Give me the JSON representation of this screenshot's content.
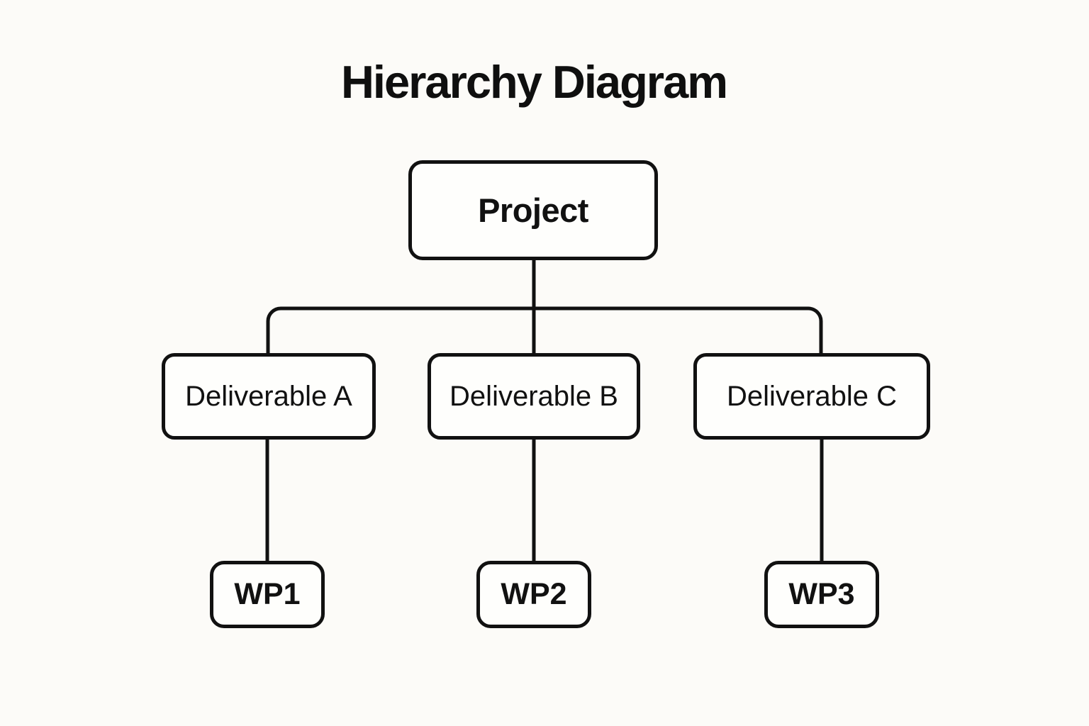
{
  "page": {
    "title": "Hierarchy Diagram"
  },
  "diagram": {
    "type": "hierarchy-tree",
    "root": {
      "id": "project",
      "label": "Project"
    },
    "level2": [
      {
        "id": "deliverable-a",
        "label": "Deliverable A",
        "parent": "project"
      },
      {
        "id": "deliverable-b",
        "label": "Deliverable B",
        "parent": "project"
      },
      {
        "id": "deliverable-c",
        "label": "Deliverable C",
        "parent": "project"
      }
    ],
    "level3": [
      {
        "id": "wp1",
        "label": "WP1",
        "parent": "deliverable-a"
      },
      {
        "id": "wp2",
        "label": "WP2",
        "parent": "deliverable-b"
      },
      {
        "id": "wp3",
        "label": "WP3",
        "parent": "deliverable-c"
      }
    ],
    "colors": {
      "background": "#FCFBF8",
      "node_fill": "#FEFEFC",
      "stroke": "#111111",
      "text": "#111111"
    }
  }
}
